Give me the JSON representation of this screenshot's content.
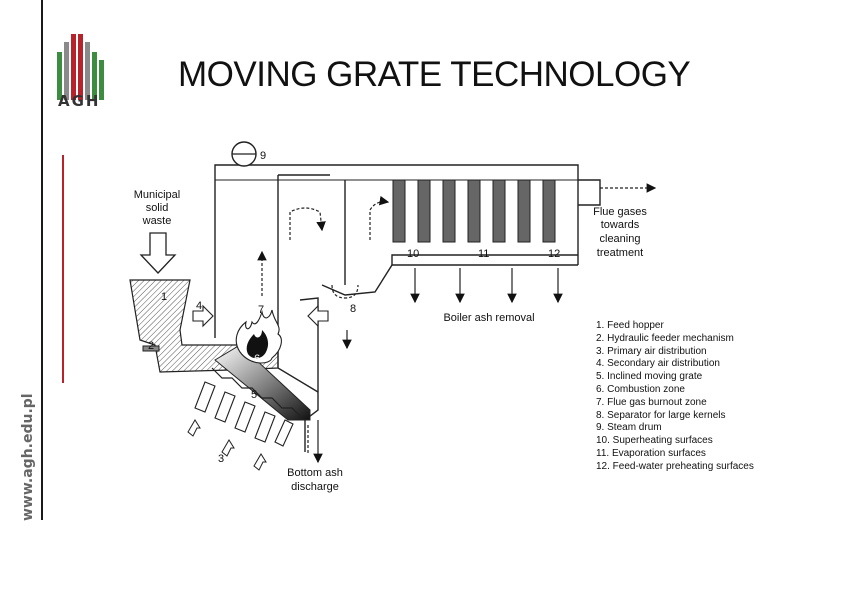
{
  "header": {
    "title": "MOVING GRATE TECHNOLOGY",
    "logo_text": "AGH",
    "side_url": "www.agh.edu.pl"
  },
  "diagram": {
    "labels": {
      "waste_line1": "Municipal",
      "waste_line2": "solid",
      "waste_line3": "waste",
      "flue_line1": "Flue gases",
      "flue_line2": "towards",
      "flue_line3": "cleaning",
      "flue_line4": "treatment",
      "boiler_ash": "Boiler ash removal",
      "bottom_ash_line1": "Bottom ash",
      "bottom_ash_line2": "discharge"
    },
    "numbers": {
      "n1": "1",
      "n2": "2",
      "n3": "3",
      "n4": "4",
      "n5": "5",
      "n6": "6",
      "n7": "7",
      "n8": "8",
      "n9": "9",
      "n10": "10",
      "n11": "11",
      "n12": "12"
    },
    "legend": [
      "1. Feed hopper",
      "2. Hydraulic feeder mechanism",
      "3. Primary air distribution",
      "4. Secondary air distribution",
      "5. Inclined moving grate",
      "6. Combustion zone",
      "7. Flue gas burnout zone",
      "8. Separator for large kernels",
      "9. Steam drum",
      "10. Superheating surfaces",
      "11. Evaporation surfaces",
      "12. Feed-water preheating surfaces"
    ]
  },
  "colors": {
    "accent_red": "#b8232b",
    "logo_green": "#3c8d3f",
    "logo_grey": "#8a8a8a"
  }
}
